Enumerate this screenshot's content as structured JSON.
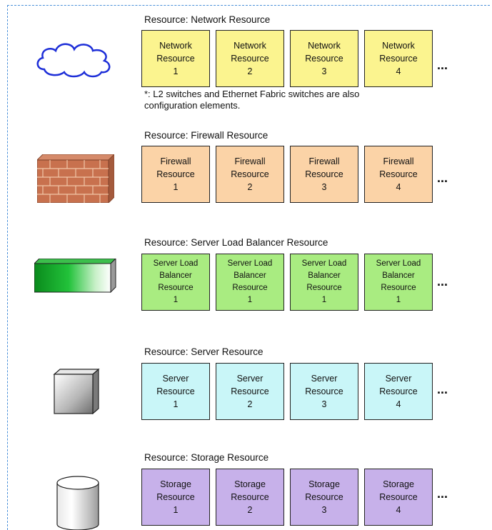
{
  "note": {
    "line1": "*: L2 switches and Ethernet Fabric switches are also",
    "line2": "configuration elements."
  },
  "more": "...",
  "groups": [
    {
      "label": "Resource: Network Resource",
      "icon": "cloud-icon",
      "color": "#fbf48f",
      "boxes": [
        {
          "lines": [
            "Network",
            "Resource",
            "1"
          ]
        },
        {
          "lines": [
            "Network",
            "Resource",
            "2"
          ]
        },
        {
          "lines": [
            "Network",
            "Resource",
            "3"
          ]
        },
        {
          "lines": [
            "Network",
            "Resource",
            "4"
          ]
        }
      ]
    },
    {
      "label": "Resource: Firewall Resource",
      "icon": "brick-wall-icon",
      "color": "#fbd3a7",
      "boxes": [
        {
          "lines": [
            "Firewall",
            "Resource",
            "1"
          ]
        },
        {
          "lines": [
            "Firewall",
            "Resource",
            "2"
          ]
        },
        {
          "lines": [
            "Firewall",
            "Resource",
            "3"
          ]
        },
        {
          "lines": [
            "Firewall",
            "Resource",
            "4"
          ]
        }
      ]
    },
    {
      "label": "Resource: Server Load Balancer Resource",
      "icon": "load-balancer-icon",
      "color": "#a9ec81",
      "boxes": [
        {
          "lines": [
            "Server Load",
            "Balancer",
            "Resource",
            "1"
          ]
        },
        {
          "lines": [
            "Server Load",
            "Balancer",
            "Resource",
            "1"
          ]
        },
        {
          "lines": [
            "Server Load",
            "Balancer",
            "Resource",
            "1"
          ]
        },
        {
          "lines": [
            "Server Load",
            "Balancer",
            "Resource",
            "1"
          ]
        }
      ]
    },
    {
      "label": "Resource: Server Resource",
      "icon": "server-box-icon",
      "color": "#c9f6f8",
      "boxes": [
        {
          "lines": [
            "Server",
            "Resource",
            "1"
          ]
        },
        {
          "lines": [
            "Server",
            "Resource",
            "2"
          ]
        },
        {
          "lines": [
            "Server",
            "Resource",
            "3"
          ]
        },
        {
          "lines": [
            "Server",
            "Resource",
            "4"
          ]
        }
      ]
    },
    {
      "label": "Resource: Storage Resource",
      "icon": "storage-cylinder-icon",
      "color": "#c7b1ea",
      "boxes": [
        {
          "lines": [
            "Storage",
            "Resource",
            "1"
          ]
        },
        {
          "lines": [
            "Storage",
            "Resource",
            "2"
          ]
        },
        {
          "lines": [
            "Storage",
            "Resource",
            "3"
          ]
        },
        {
          "lines": [
            "Storage",
            "Resource",
            "4"
          ]
        }
      ]
    }
  ]
}
